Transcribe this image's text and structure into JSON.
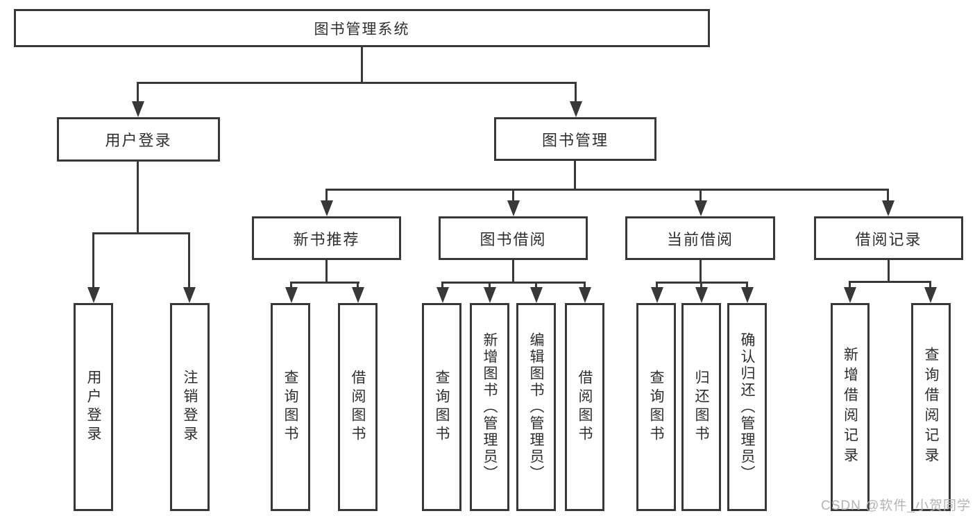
{
  "diagram": {
    "title_node": "图书管理系统",
    "tree": {
      "root": "图书管理系统",
      "branches": [
        {
          "label": "用户登录",
          "children": [
            "用户登录",
            "注销登录"
          ]
        },
        {
          "label": "图书管理",
          "groups": [
            {
              "label": "新书推荐",
              "children": [
                "查询图书",
                "借阅图书"
              ]
            },
            {
              "label": "图书借阅",
              "children": [
                "查询图书",
                "新增图书（管理员）",
                "编辑图书（管理员）",
                "借阅图书"
              ]
            },
            {
              "label": "当前借阅",
              "children": [
                "查询图书",
                "归还图书",
                "确认归还（管理员）"
              ]
            },
            {
              "label": "借阅记录",
              "children": [
                "新增借阅记录",
                "查询借阅记录"
              ]
            }
          ]
        }
      ]
    },
    "watermark": "CSDN @软件_小贺同学",
    "colors": {
      "line": "#383838",
      "text": "#2e2e2e",
      "watermark": "#b3b3b3",
      "background": "#ffffff"
    }
  }
}
